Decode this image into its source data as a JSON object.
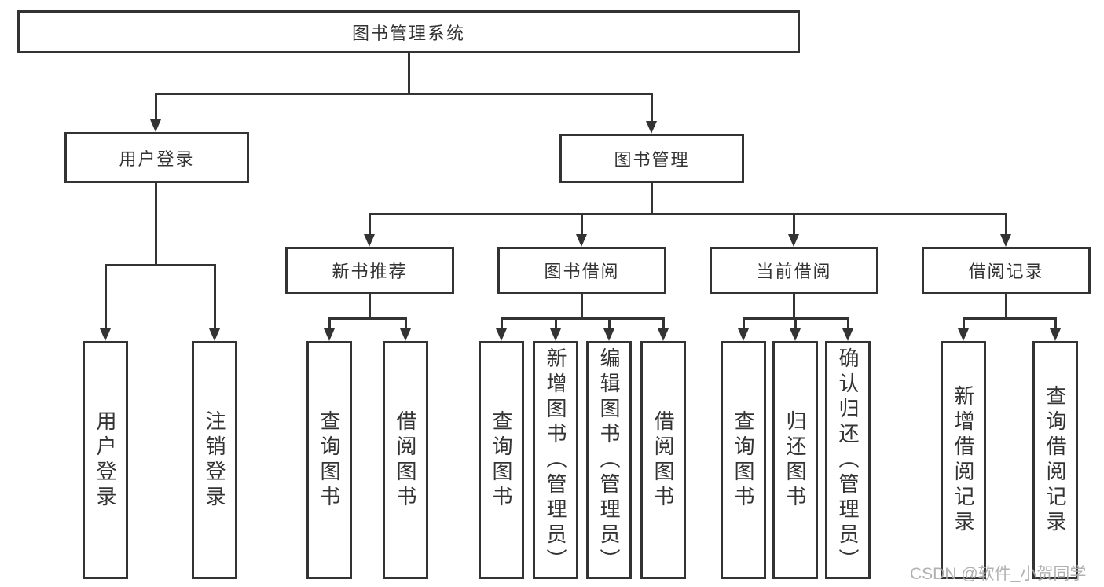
{
  "root": {
    "label": "图书管理系统"
  },
  "level2": {
    "user_login": "用户登录",
    "book_management": "图书管理"
  },
  "level3": {
    "new_book_recommend": "新书推荐",
    "book_borrow": "图书借阅",
    "current_borrow": "当前借阅",
    "borrow_records": "借阅记录"
  },
  "leaves": {
    "user_login": "用户登录",
    "logout": "注销登录",
    "recommend_query_books": "查询图书",
    "recommend_borrow_books": "借阅图书",
    "borrow_query_books": "查询图书",
    "borrow_add_books_admin": "新增图书（管理员）",
    "borrow_edit_books_admin": "编辑图书（管理员）",
    "borrow_borrow_books": "借阅图书",
    "current_query_books": "查询图书",
    "current_return_books": "归还图书",
    "current_confirm_return_admin": "确认归还（管理员）",
    "records_add_record": "新增借阅记录",
    "records_query_record": "查询借阅记录"
  },
  "watermark": "CSDN @软件_小贺同学",
  "colors": {
    "line": "#333333",
    "text": "#333333",
    "background": "#ffffff",
    "watermark": "#aaaaaa"
  }
}
